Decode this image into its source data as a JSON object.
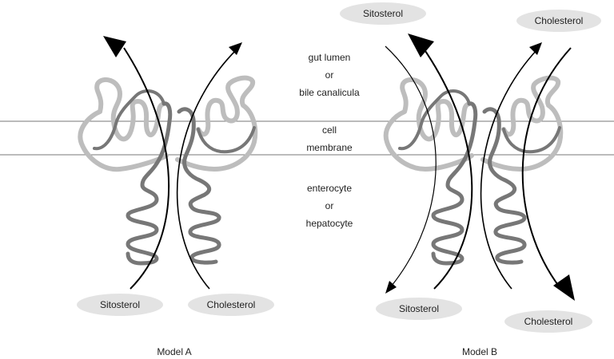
{
  "region_labels": {
    "top_line1": "gut lumen",
    "top_line2": "or",
    "top_line3": "bile canalicula",
    "mid_line1": "cell",
    "mid_line2": "membrane",
    "bottom_line1": "enterocyte",
    "bottom_line2": "or",
    "bottom_line3": "hepatocyte"
  },
  "model_a": {
    "caption": "Model A",
    "sitosterol": "Sitosterol",
    "cholesterol": "Cholesterol"
  },
  "model_b": {
    "caption": "Model B",
    "sitosterol_top": "Sitosterol",
    "cholesterol_top": "Cholesterol",
    "sitosterol_bottom": "Sitosterol",
    "cholesterol_bottom": "Cholesterol"
  },
  "colors": {
    "protein": "#777777",
    "protein_shadow": "#bdbdbd",
    "pill": "#e3e3e3",
    "arrow": "#000000",
    "membrane_line": "#777777"
  }
}
